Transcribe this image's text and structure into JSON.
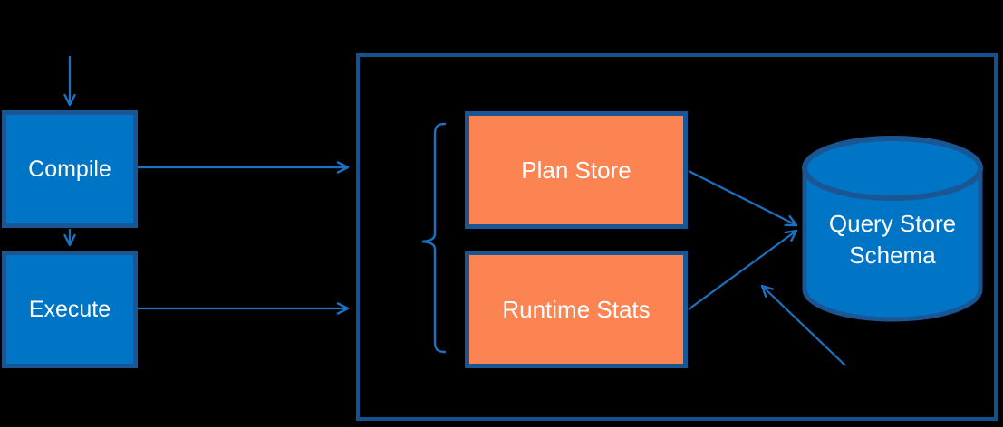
{
  "diagram": {
    "nodes": {
      "compile": {
        "label": "Compile",
        "fill": "#0074C5",
        "border": "#1A5694",
        "shape": "rectangle"
      },
      "execute": {
        "label": "Execute",
        "fill": "#0074C5",
        "border": "#1A5694",
        "shape": "rectangle"
      },
      "plan_store": {
        "label": "Plan Store",
        "fill": "#FC8452",
        "border": "#1A5694",
        "shape": "rectangle"
      },
      "runtime_stats": {
        "label": "Runtime Stats",
        "fill": "#FC8452",
        "border": "#1A5694",
        "shape": "rectangle"
      },
      "query_store_schema": {
        "label": "Query Store Schema",
        "fill": "#0074C5",
        "border": "#1A5694",
        "shape": "database-cylinder"
      },
      "container": {
        "label": "",
        "fill": "transparent",
        "border": "#14528E",
        "shape": "rectangle-outline"
      }
    },
    "edges": [
      {
        "from": "offscreen-top",
        "to": "compile",
        "style": "arrow-down"
      },
      {
        "from": "compile",
        "to": "execute",
        "style": "arrow-down"
      },
      {
        "from": "compile",
        "to": "container",
        "style": "arrow-right"
      },
      {
        "from": "execute",
        "to": "container",
        "style": "arrow-right"
      },
      {
        "from": "plan_store",
        "to": "query_store_schema",
        "style": "arrow-diagonal"
      },
      {
        "from": "runtime_stats",
        "to": "query_store_schema",
        "style": "arrow-diagonal"
      },
      {
        "from": "offscreen-bottom-right",
        "to": "query_store_schema",
        "style": "arrow-diagonal"
      }
    ],
    "brace": {
      "groups": [
        "plan_store",
        "runtime_stats"
      ],
      "direction": "left"
    },
    "colors": {
      "background": "#000000",
      "blue_fill": "#0074C5",
      "orange_fill": "#FC8452",
      "dark_blue_border": "#1A5694",
      "container_border": "#14528E",
      "arrow": "#1C72C2",
      "text": "#FFFFFF"
    }
  }
}
